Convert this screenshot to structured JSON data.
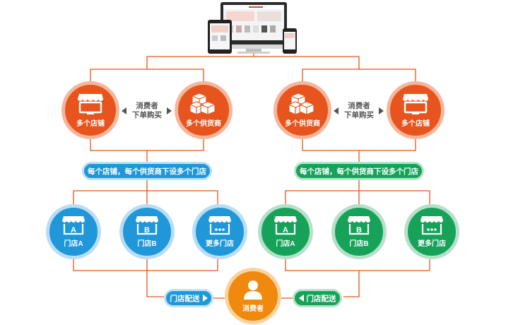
{
  "left_group": {
    "shop_label": "多个店铺",
    "supplier_label": "多个供货商",
    "flow_note_line1": "消费者",
    "flow_note_line2": "下单购买",
    "banner": "每个店铺，每个供货商下设多个门店",
    "stores": [
      {
        "letter": "A",
        "label": "门店A"
      },
      {
        "letter": "B",
        "label": "门店B"
      },
      {
        "letter": "",
        "label": "更多门店"
      }
    ],
    "delivery": "门店配送",
    "accent": "#1f97d9"
  },
  "right_group": {
    "supplier_label": "多个供货商",
    "shop_label": "多个店铺",
    "flow_note_line1": "消费者",
    "flow_note_line2": "下单购买",
    "banner": "每个店铺，每个供货商下设多个门店",
    "stores": [
      {
        "letter": "A",
        "label": "门店A"
      },
      {
        "letter": "B",
        "label": "门店B"
      },
      {
        "letter": "",
        "label": "更多门店"
      }
    ],
    "delivery": "门店配送",
    "accent": "#17a25a"
  },
  "consumer": {
    "label": "消费者",
    "accent": "#f08a0e"
  },
  "colors": {
    "line": "#e8541d",
    "orange": "#e8541d"
  },
  "icons": {
    "devices": "devices-icon",
    "shop": "shop-monitor-icon",
    "boxes": "boxes-icon",
    "store": "storefront-icon",
    "user": "user-icon"
  }
}
